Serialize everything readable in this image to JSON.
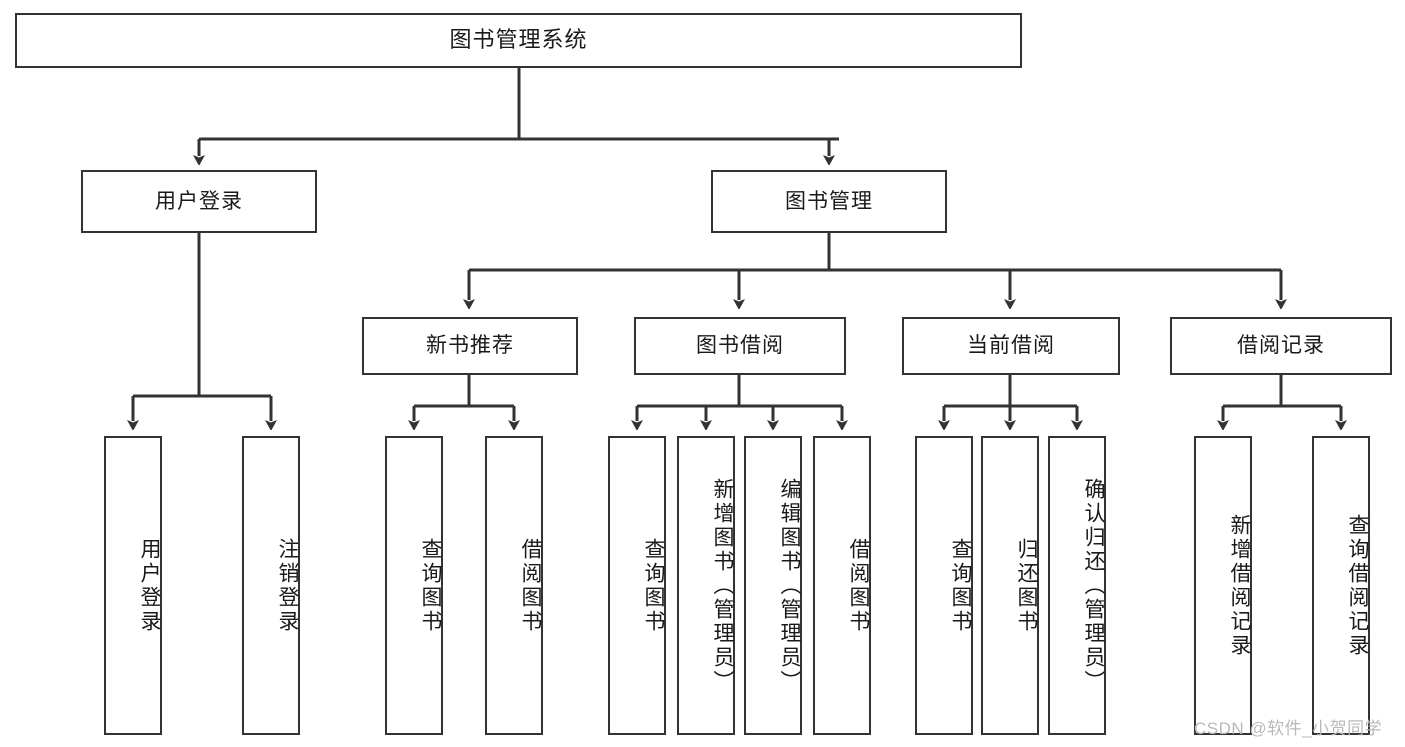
{
  "diagram": {
    "type": "tree",
    "title": "图书管理系统",
    "orientation": "top-down",
    "colors": {
      "background": "#ffffff",
      "node_border": "#333333",
      "node_fill": "#ffffff",
      "edge": "#333333",
      "text": "#1a1a1a",
      "watermark": "#b9b9b9"
    },
    "nodes": {
      "root": {
        "label": "图书管理系统"
      },
      "level2": [
        {
          "label": "用户登录"
        },
        {
          "label": "图书管理"
        }
      ],
      "level3": [
        {
          "label": "新书推荐"
        },
        {
          "label": "图书借阅"
        },
        {
          "label": "当前借阅"
        },
        {
          "label": "借阅记录"
        }
      ],
      "leaves": {
        "user_login": [
          {
            "label": "用户登录"
          },
          {
            "label": "注销登录"
          }
        ],
        "new_book_recommend": [
          {
            "label": "查询图书"
          },
          {
            "label": "借阅图书"
          }
        ],
        "book_borrow": [
          {
            "label": "查询图书"
          },
          {
            "label": "新增图书（管理员）"
          },
          {
            "label": "编辑图书（管理员）"
          },
          {
            "label": "借阅图书"
          }
        ],
        "current_borrow": [
          {
            "label": "查询图书"
          },
          {
            "label": "归还图书"
          },
          {
            "label": "确认归还（管理员）"
          }
        ],
        "borrow_record": [
          {
            "label": "新增借阅记录"
          },
          {
            "label": "查询借阅记录"
          }
        ]
      }
    }
  },
  "watermark": {
    "text": "CSDN @软件_小贺同学"
  }
}
